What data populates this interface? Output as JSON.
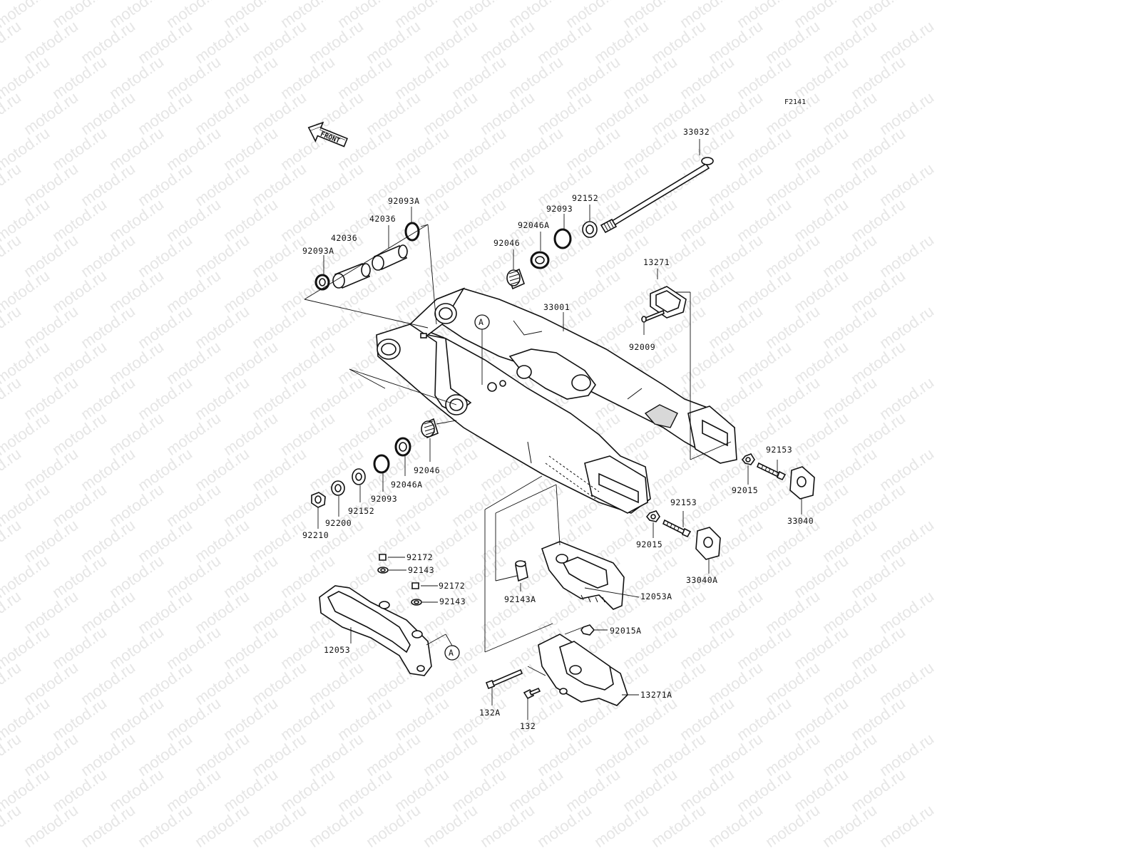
{
  "watermark": "motod.ru",
  "figure_code": "F2141",
  "front_label": "FRONT",
  "reference_marker": "A",
  "labels": {
    "p33032": "33032",
    "p92152_top": "92152",
    "p92093_top": "92093",
    "p92046A_top": "92046A",
    "p92046_top": "92046",
    "p92093A_top": "92093A",
    "p42036_top": "42036",
    "p42036_mid": "42036",
    "p92093A_left": "92093A",
    "p13271": "13271",
    "p33001": "33001",
    "p92009": "92009",
    "p92153_right": "92153",
    "p92015_right": "92015",
    "p33040": "33040",
    "p92153_mid": "92153",
    "p92015_mid": "92015",
    "p33040A": "33040A",
    "p92046_bot": "92046",
    "p92046A_bot": "92046A",
    "p92093_bot": "92093",
    "p92152_bot": "92152",
    "p92200": "92200",
    "p92210": "92210",
    "p92172_a": "92172",
    "p92143_a": "92143",
    "p92172_b": "92172",
    "p92143_b": "92143",
    "p12053": "12053",
    "p92143A": "92143A",
    "p12053A": "12053A",
    "p92015A": "92015A",
    "p13271A": "13271A",
    "p132A": "132A",
    "p132": "132"
  }
}
